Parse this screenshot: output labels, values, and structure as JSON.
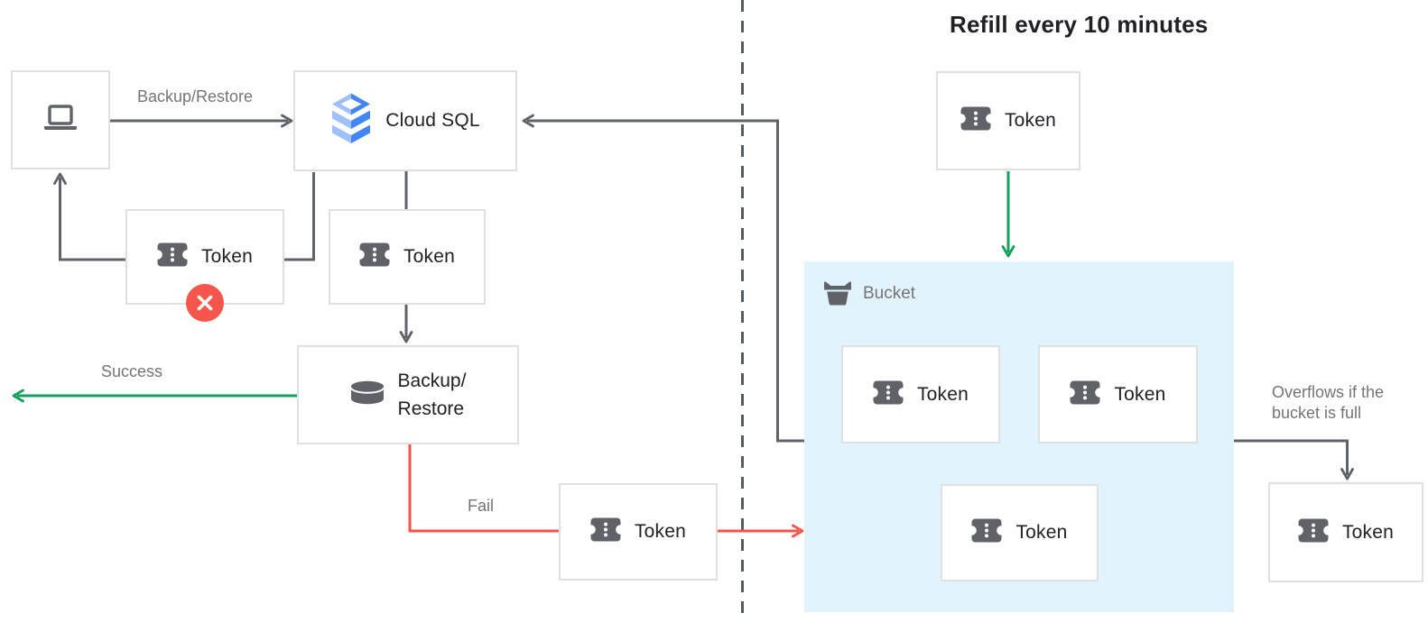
{
  "title": "Refill every 10 minutes",
  "labels": {
    "client_to_sql": "Backup/Restore",
    "success": "Success",
    "fail": "Fail",
    "overflow": "Overflows if the bucket is full",
    "bucket": "Bucket"
  },
  "nodes": {
    "cloud_sql": "Cloud SQL",
    "backup_restore_line1": "Backup/",
    "backup_restore_line2": "Restore"
  },
  "tokens": {
    "rejected": "Token",
    "pending": "Token",
    "fail": "Token",
    "refill": "Token",
    "bucket1": "Token",
    "bucket2": "Token",
    "bucket3": "Token",
    "overflow": "Token"
  },
  "icons": {
    "client": "laptop-icon",
    "cloud_sql": "cloud-sql-icon",
    "token": "token-icon",
    "backup_restore": "database-icon",
    "bucket": "bucket-icon",
    "rejected_badge": "error-x-icon"
  },
  "colors": {
    "line_gray": "#5f6368",
    "success_green": "#15a05c",
    "fail_red": "#f4544a",
    "bucket_fill": "#e1f4fd",
    "node_border": "#e0e0e0",
    "label_gray": "#757575",
    "text_dark": "#202124",
    "cloud_sql_blue": "#4285f4",
    "cloud_sql_light_blue": "#9fc0f9"
  }
}
